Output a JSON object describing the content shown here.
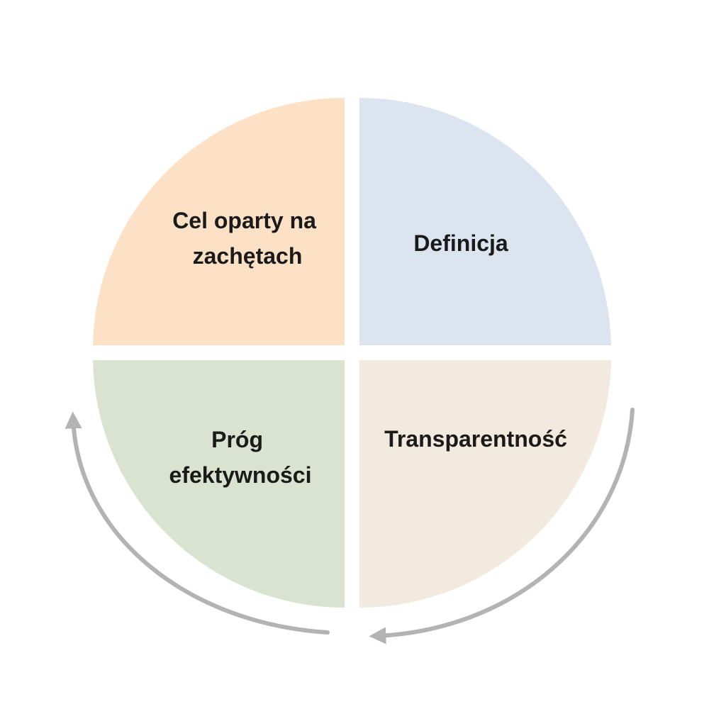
{
  "diagram": {
    "quadrants": {
      "top_left": {
        "line1": "Cel oparty na",
        "line2": "zachętach",
        "color": "#fde1c6"
      },
      "top_right": {
        "label": "Definicja",
        "color": "#dce5ef"
      },
      "bottom_left": {
        "line1": "Próg",
        "line2": "efektywności",
        "color": "#d9e3cf"
      },
      "bottom_right": {
        "label": "Transparentność",
        "color": "#f2e9df"
      }
    },
    "arrow_color": "#b3b3b3",
    "arrows": [
      "curved-arrow-clockwise-right",
      "curved-arrow-clockwise-left"
    ]
  }
}
